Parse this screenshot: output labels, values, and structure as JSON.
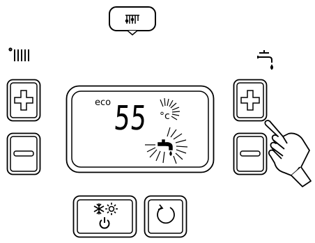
{
  "display": {
    "mode_label": "eco",
    "temperature": "55",
    "unit": "°c"
  },
  "icons": {
    "top_button": "heating-system-icon",
    "heating": "radiator-icon",
    "hot_water": "tap-icon",
    "mode": "winter-summer-icon",
    "power": "power-icon",
    "reset": "reset-icon",
    "hand": "pointing-hand-icon"
  }
}
